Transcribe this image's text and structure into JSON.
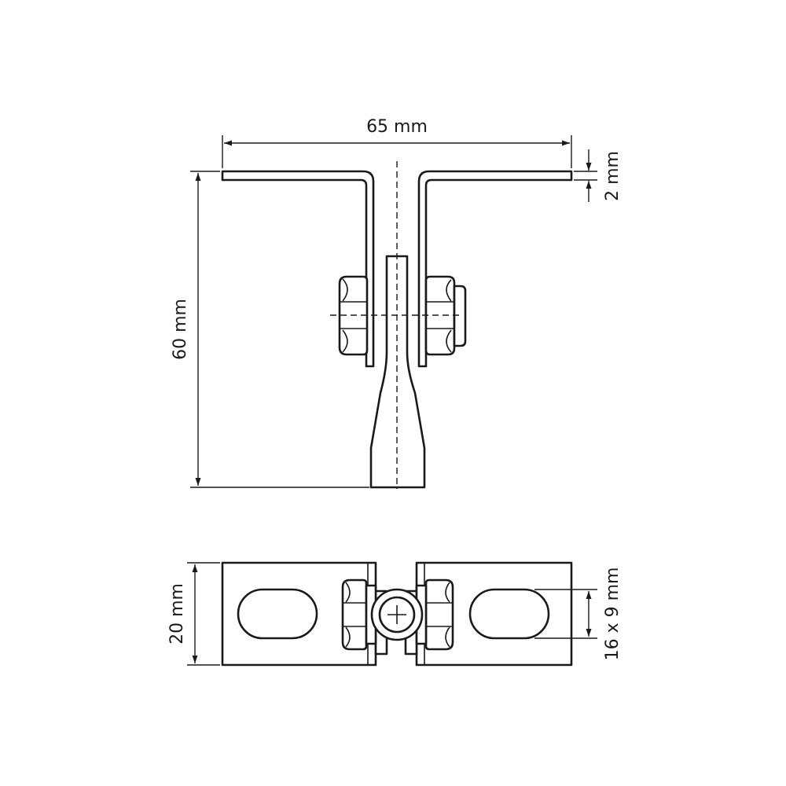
{
  "dimensions": {
    "width_top": "65 mm",
    "thickness": "2 mm",
    "height": "60 mm",
    "bracket_height": "20 mm",
    "slot_size": "16 x 9 mm"
  },
  "colors": {
    "line": "#1a1a1a",
    "background": "#ffffff"
  }
}
